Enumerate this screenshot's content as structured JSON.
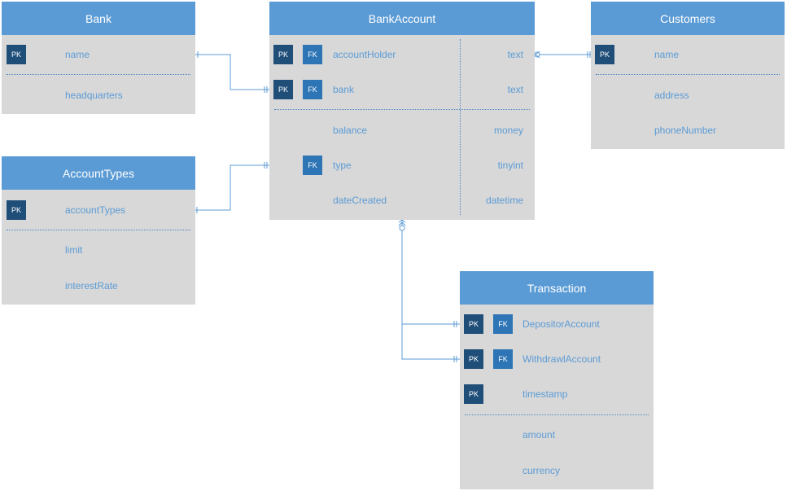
{
  "entities": {
    "bank": {
      "title": "Bank",
      "fields": [
        {
          "name": "name",
          "badges": [
            "PK"
          ]
        },
        {
          "name": "headquarters"
        }
      ]
    },
    "account_types": {
      "title": "AccountTypes",
      "fields": [
        {
          "name": "accountTypes",
          "badges": [
            "PK"
          ]
        },
        {
          "name": "limit"
        },
        {
          "name": "interestRate"
        }
      ]
    },
    "bank_account": {
      "title": "BankAccount",
      "fields": [
        {
          "name": "accountHolder",
          "type": "text",
          "badges": [
            "PK",
            "FK"
          ]
        },
        {
          "name": "bank",
          "type": "text",
          "badges": [
            "PK",
            "FK"
          ]
        },
        {
          "name": "balance",
          "type": "money"
        },
        {
          "name": "type",
          "type": "tinyint",
          "badges": [
            "FK"
          ]
        },
        {
          "name": "dateCreated",
          "type": "datetime"
        }
      ]
    },
    "customers": {
      "title": "Customers",
      "fields": [
        {
          "name": "name",
          "badges": [
            "PK"
          ]
        },
        {
          "name": "address"
        },
        {
          "name": "phoneNumber"
        }
      ]
    },
    "transaction": {
      "title": "Transaction",
      "fields": [
        {
          "name": "DepositorAccount",
          "badges": [
            "PK",
            "FK"
          ]
        },
        {
          "name": "WithdrawlAccount",
          "badges": [
            "PK",
            "FK"
          ]
        },
        {
          "name": "timestamp",
          "badges": [
            "PK"
          ]
        },
        {
          "name": "amount"
        },
        {
          "name": "currency"
        }
      ]
    }
  },
  "badge_labels": {
    "pk": "PK",
    "fk": "FK"
  },
  "colors": {
    "header": "#5b9bd5",
    "body": "#d8d8d8",
    "pk_badge": "#1f4e79",
    "fk_badge": "#2e75b6",
    "text": "#5b9bd5",
    "connector": "#5b9bd5"
  }
}
